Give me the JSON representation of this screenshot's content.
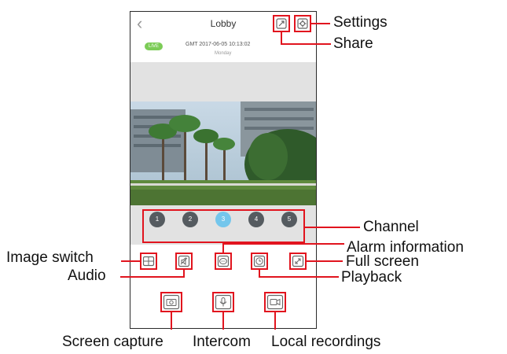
{
  "app": {
    "title": "Lobby",
    "live_badge": "LIVE",
    "timestamp": "GMT 2017-06-05 10:13:02",
    "weekday": "Monday"
  },
  "channels": [
    {
      "label": "1",
      "active": false
    },
    {
      "label": "2",
      "active": false
    },
    {
      "label": "3",
      "active": true
    },
    {
      "label": "4",
      "active": false
    },
    {
      "label": "5",
      "active": false
    }
  ],
  "callouts": {
    "settings": "Settings",
    "share": "Share",
    "channel": "Channel",
    "alarm_information": "Alarm information",
    "full_screen": "Full screen",
    "playback": "Playback",
    "image_switch": "Image switch",
    "audio": "Audio",
    "screen_capture": "Screen capture",
    "intercom": "Intercom",
    "local_recordings": "Local recordings"
  },
  "icons": {
    "back": "chevron-left-icon",
    "share": "share-icon",
    "settings": "gear-icon",
    "image_switch": "layout-icon",
    "audio": "speaker-mute-icon",
    "alarm": "alarm-bubble-icon",
    "playback": "clock-icon",
    "full_screen": "expand-icon",
    "screen_capture": "camera-icon",
    "intercom": "microphone-icon",
    "local_recordings": "video-camera-icon"
  },
  "colors": {
    "highlight": "#e1141e",
    "live": "#7ccc57",
    "channel_active": "#74c6ec",
    "channel_inactive": "#555b60"
  }
}
